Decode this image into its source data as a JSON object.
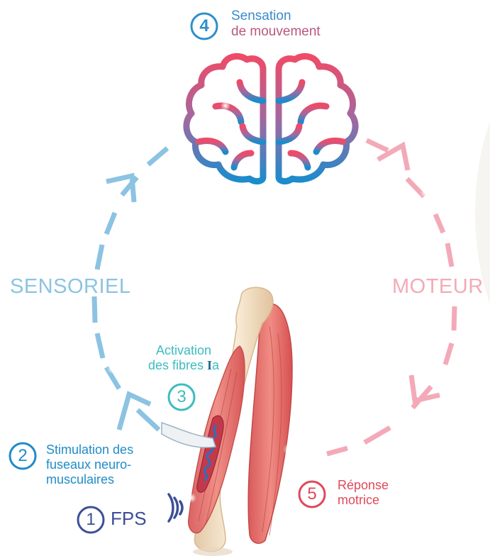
{
  "sides": {
    "sensory": "SENSORIEL",
    "motor": "MOTEUR"
  },
  "steps": [
    {
      "num": "1",
      "text": "FPS"
    },
    {
      "num": "2",
      "lines": [
        "Stimulation des",
        "fuseaux neuro-",
        "musculaires"
      ]
    },
    {
      "num": "3",
      "lines": [
        "Activation",
        "des fibres ",
        "a"
      ],
      "roman": "I"
    },
    {
      "num": "4",
      "lines": [
        "Sensation",
        "de mouvement"
      ]
    },
    {
      "num": "5",
      "lines": [
        "Réponse",
        "motrice"
      ]
    }
  ],
  "colors": {
    "sensory": "#8cc3e3",
    "motor": "#f3aab8",
    "step1": "#3e4e96",
    "step2": "#1f8cc6",
    "step3": "#3cbcc0",
    "step4_text_start": "#2d8fcc",
    "step4_text_end": "#e24a63",
    "step5": "#e04859",
    "brain_top": "#e8506a",
    "brain_bottom": "#1a8ccc",
    "muscle": "#e06a6a",
    "bone": "#f1dcc0"
  },
  "icons": [
    "brain-icon",
    "muscle-bone-illustration",
    "vibration-waves-icon",
    "arrow-chevron-icon"
  ]
}
